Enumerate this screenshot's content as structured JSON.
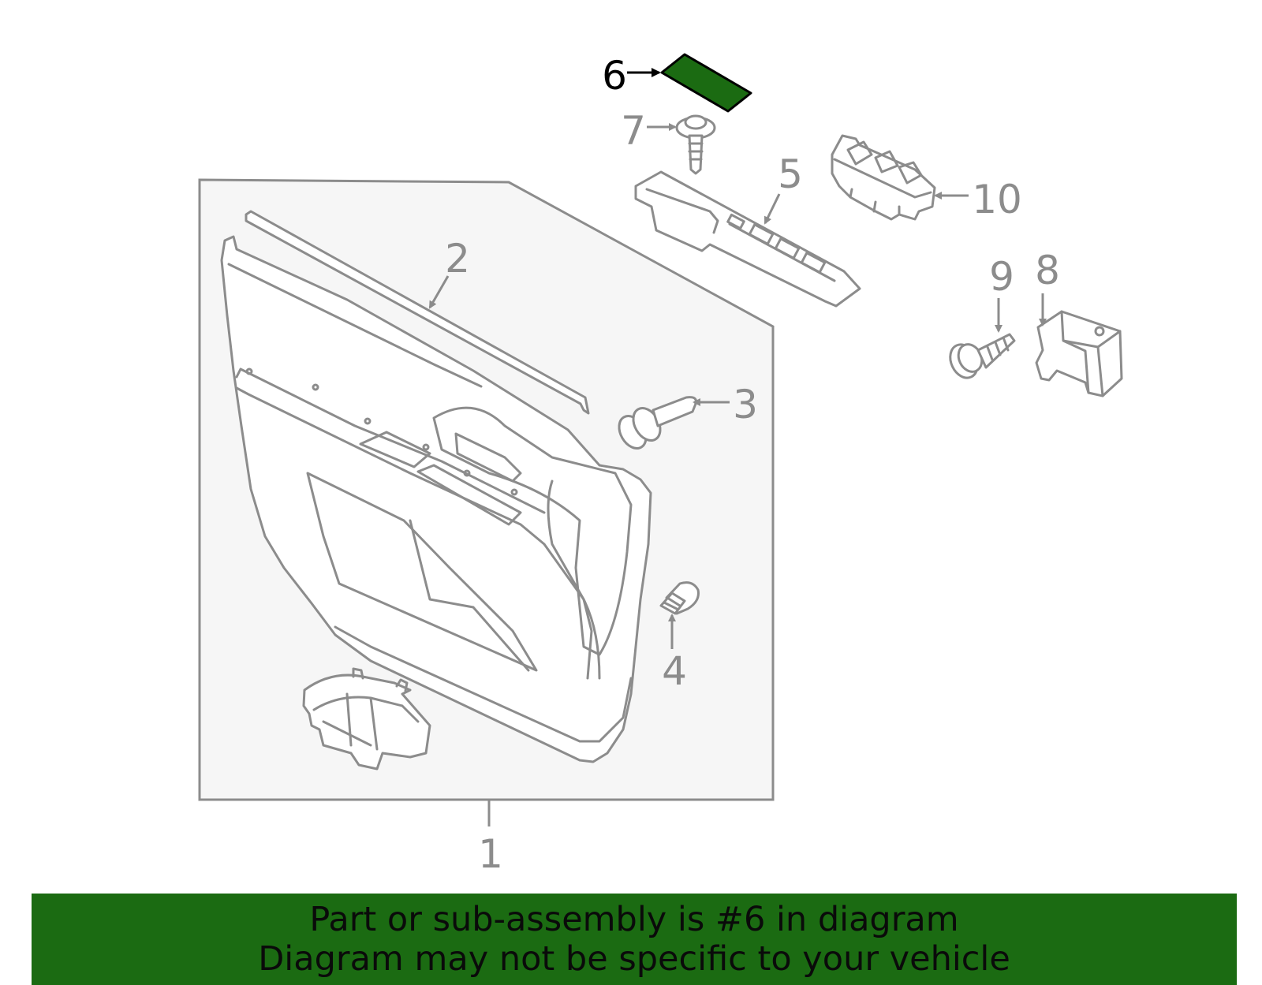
{
  "colors": {
    "highlight": "#1b6b12",
    "part_stroke": "#8c8c8c",
    "panel_fill": "#f6f6f6",
    "text_dark": "#0a0a0a"
  },
  "callouts": {
    "c1": "1",
    "c2": "2",
    "c3": "3",
    "c4": "4",
    "c5": "5",
    "c6": "6",
    "c7": "7",
    "c8": "8",
    "c9": "9",
    "c10": "10"
  },
  "highlighted_part": "6",
  "banner": {
    "line1": "Part or sub-assembly is #6 in diagram",
    "line2": "Diagram may not be specific to your vehicle"
  }
}
